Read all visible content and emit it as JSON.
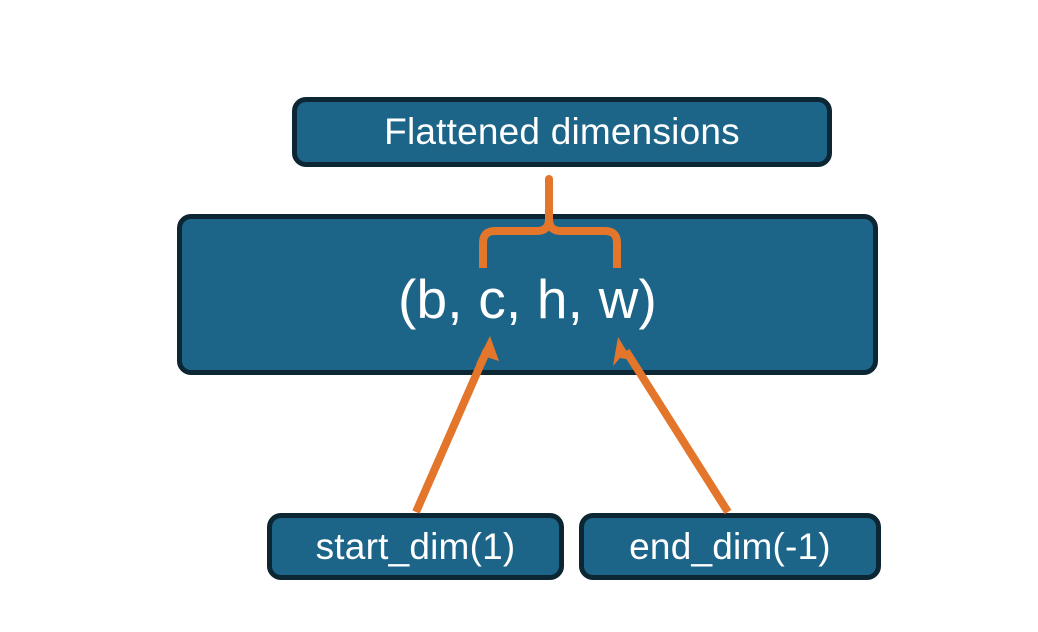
{
  "diagram": {
    "title_text": "Flattened dimensions",
    "background_color": "#ffffff",
    "node_fill_color": "#1c6588",
    "node_border_color": "#0c2633",
    "node_text_color": "#ffffff",
    "accent_color": "#e3762a",
    "nodes": [
      {
        "id": "flattened",
        "label": "Flattened dimensions"
      },
      {
        "id": "shape",
        "label": "(b, c, h, w)"
      },
      {
        "id": "start_dim",
        "label": "start_dim(1)"
      },
      {
        "id": "end_dim",
        "label": "end_dim(-1)"
      }
    ],
    "connectors": [
      {
        "id": "brace-to-flattened",
        "type": "curly-brace",
        "from": "shape",
        "to": "flattened",
        "description": "orange curly brace spanning c,h,w pointing up to Flattened dimensions"
      },
      {
        "id": "start-dim-arrow",
        "type": "arrow",
        "from": "start_dim",
        "to": "shape",
        "description": "orange arrow from start_dim(1) pointing to the c element"
      },
      {
        "id": "end-dim-arrow",
        "type": "arrow",
        "from": "end_dim",
        "to": "shape",
        "description": "orange arrow from end_dim(-1) pointing to the w element"
      }
    ]
  }
}
